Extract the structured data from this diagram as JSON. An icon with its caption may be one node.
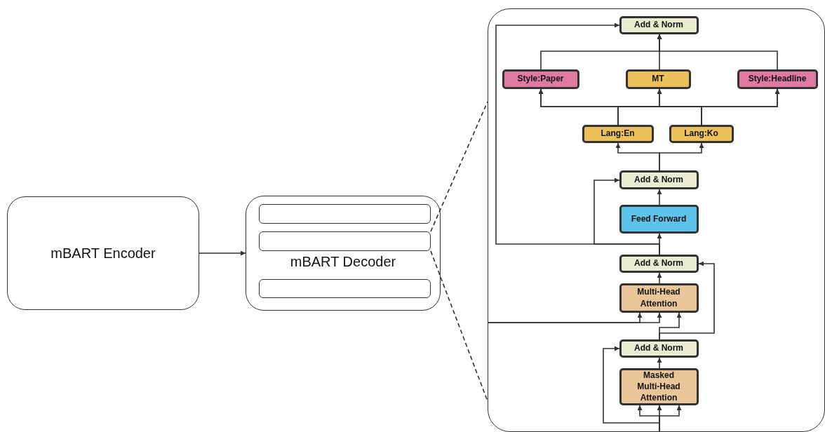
{
  "diagram": {
    "nodes": [
      {
        "text": [
          "mBART Encoder"
        ]
      },
      {
        "text": [
          "mBART Decoder"
        ]
      },
      {
        "text": [],
        "shape": "box",
        "in": 1
      },
      {
        "text": [],
        "shape": "box",
        "in": 1
      },
      {
        "text": [],
        "shape": "box",
        "in": 1
      },
      {
        "text": [],
        "shape": "box"
      },
      {
        "text": [
          "Add & Norm"
        ],
        "in": 5
      },
      {
        "text": [
          "Style:Paper"
        ],
        "in": 5
      },
      {
        "text": [
          "MT"
        ],
        "in": 5
      },
      {
        "text": [
          "Style:Headline"
        ],
        "in": 5
      },
      {
        "text": [
          "Lang:En"
        ],
        "in": 5
      },
      {
        "text": [
          "Lang:Ko"
        ],
        "in": 5
      },
      {
        "text": [
          "Add & Norm"
        ],
        "in": 5
      },
      {
        "text": [
          "Feed Forward"
        ],
        "in": 5
      },
      {
        "text": [
          "Add & Norm"
        ],
        "in": 5
      },
      {
        "text": [
          "Multi-Head Attention"
        ],
        "in": 5
      },
      {
        "text": [
          "Add & Norm"
        ],
        "in": 5
      },
      {
        "text": [
          "Masked Multi-Head Attention"
        ],
        "in": 5
      }
    ],
    "edges": [
      {
        "from": 0,
        "to": 1,
        "arrow": "to"
      },
      {
        "from": 3,
        "to": 5,
        "arrow": "none",
        "style": "dashed"
      },
      {
        "from": 3,
        "to": 5,
        "arrow": "none",
        "style": "dashed"
      },
      {
        "from": 7,
        "to": 6,
        "arrow": "to"
      },
      {
        "from": 8,
        "to": 6,
        "arrow": "to"
      },
      {
        "from": 9,
        "to": 6,
        "arrow": "to"
      },
      {
        "from": 10,
        "to": 7,
        "arrow": "to"
      },
      {
        "from": 10,
        "to": 8,
        "arrow": "to"
      },
      {
        "from": 10,
        "to": 9,
        "arrow": "to"
      },
      {
        "from": 11,
        "to": 7,
        "arrow": "to"
      },
      {
        "from": 11,
        "to": 8,
        "arrow": "to"
      },
      {
        "from": 11,
        "to": 9,
        "arrow": "to"
      },
      {
        "from": 12,
        "to": 10,
        "arrow": "to"
      },
      {
        "from": 12,
        "to": 11,
        "arrow": "to"
      },
      {
        "from": 13,
        "to": 12,
        "arrow": "to"
      },
      {
        "from": 14,
        "to": 13,
        "arrow": "to"
      },
      {
        "from": 14,
        "to": 12,
        "arrow": "to"
      },
      {
        "from": 14,
        "to": 6,
        "arrow": "to"
      },
      {
        "from": 15,
        "to": 14,
        "arrow": "to"
      },
      {
        "from": null,
        "to": 15,
        "arrow": "to"
      },
      {
        "from": null,
        "to": 15,
        "arrow": "to"
      },
      {
        "from": 16,
        "to": 15,
        "arrow": "to"
      },
      {
        "from": 16,
        "to": 14,
        "arrow": "to"
      },
      {
        "from": 17,
        "to": 16,
        "arrow": "to"
      },
      {
        "from": null,
        "to": 17,
        "arrow": "to"
      },
      {
        "from": null,
        "to": 17,
        "arrow": "to"
      },
      {
        "from": null,
        "to": 17,
        "arrow": "to"
      },
      {
        "from": null,
        "to": 16,
        "arrow": "to"
      }
    ]
  }
}
